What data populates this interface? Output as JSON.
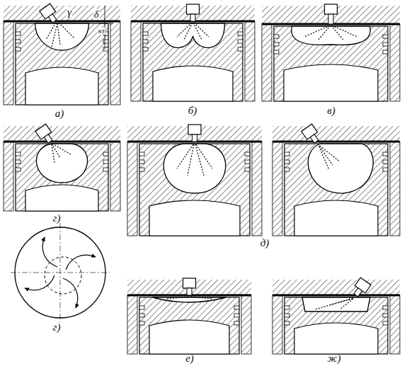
{
  "diagram": {
    "labels": [
      "а)",
      "б)",
      "в)",
      "г)",
      "г)",
      "д)",
      "е)",
      "ж)",
      "γ",
      "δ",
      "нз"
    ]
  }
}
